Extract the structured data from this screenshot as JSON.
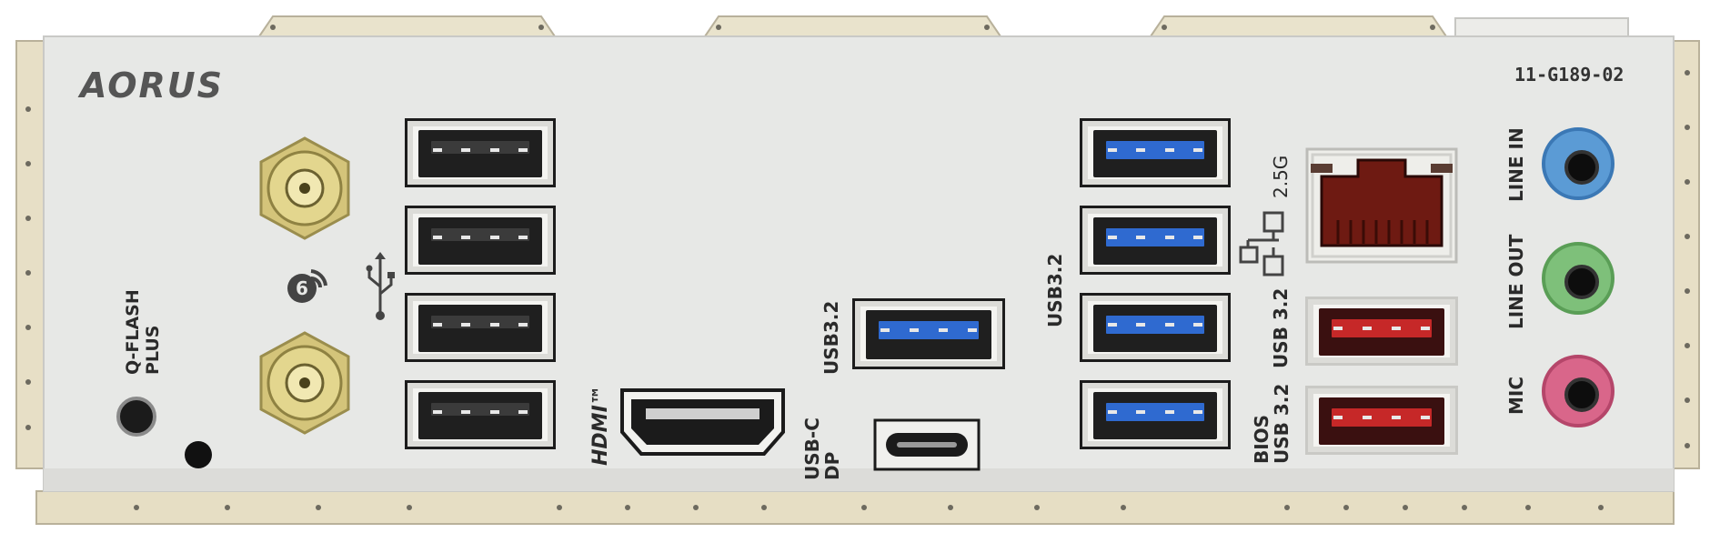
{
  "panel": {
    "brand": "AORUS",
    "part_number": "11-G189-02"
  },
  "labels": {
    "qflash": "Q-FLASH\nPLUS",
    "hdmi": "HDMI™",
    "usbc_dp": "USB-C\nDP",
    "usb32_center": "USB3.2",
    "usb32_right": "USB3.2",
    "lan_speed": "2.5G",
    "usb32_red": "USB 3.2",
    "bios_usb32": "BIOS\nUSB 3.2",
    "line_in": "LINE IN",
    "line_out": "LINE OUT",
    "mic": "MIC"
  },
  "icons": {
    "wifi6": "wifi-6-icon",
    "usb": "usb-trident-icon",
    "network": "network-icon"
  },
  "colors": {
    "panel": "#e7e8e6",
    "shield_trim": "#e6dfc8",
    "usb2_tongue": "#3b3b3b",
    "usb32_tongue": "#2f6ad0",
    "usb_bios_tongue": "#c62828",
    "line_in_ring": "#5b9bd5",
    "line_out_ring": "#7ec07a",
    "mic_ring": "#d9668a",
    "antenna_gold": "#d8c87a",
    "rj45_port": "#6e1a12"
  }
}
